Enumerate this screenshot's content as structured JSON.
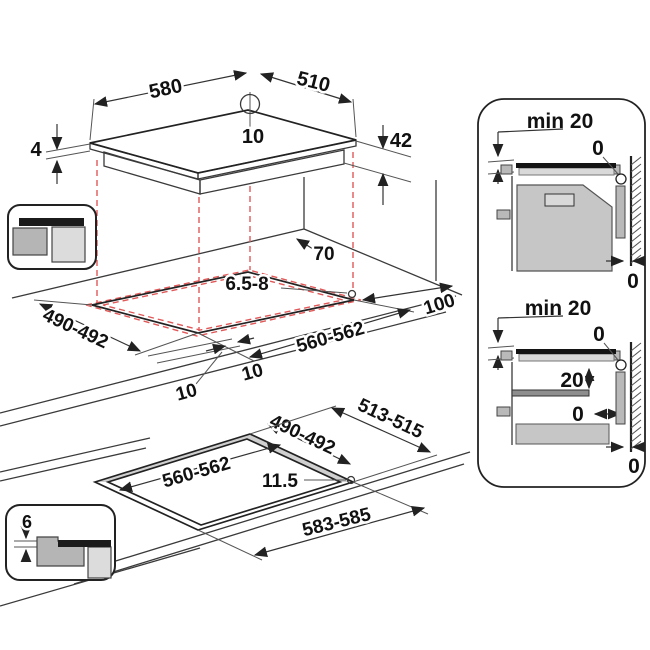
{
  "diagram_title": "hob-installation-dimensions",
  "colors": {
    "line": "#3a3a3a",
    "projection_red": "#e25858",
    "glass_black": "#141414",
    "gray_dark": "#8e8e8e",
    "gray_mid": "#b5b5b5",
    "gray_light": "#d9d9d9"
  },
  "top_view": {
    "width_label": "580",
    "depth_label": "510",
    "hole_label": "10",
    "glass_thickness_label": "4",
    "height_label": "42"
  },
  "middle_view": {
    "rear_distance_label": "70",
    "drill_hole_label": "6.5-8",
    "cutout_depth_label": "490-492",
    "cutout_width_label": "560-562",
    "side_overhang_label": "10",
    "front_overhang_label": "10",
    "wall_distance_label": "100"
  },
  "bottom_view": {
    "ledge_depth_label": "513-515",
    "inner_depth_label": "490-492",
    "inner_width_label": "560-562",
    "hole_label": "11.5",
    "ledge_width_label": "583-585"
  },
  "flush_badge": {
    "depth_label": "6"
  },
  "detail_panel": {
    "top_section": {
      "title": "min 20",
      "wall_gap_label": "0",
      "bottom_gap_label": "0"
    },
    "bottom_section": {
      "title": "min 20",
      "wall_gap_label": "0",
      "clearance_label": "20",
      "shelf_gap_label": "0",
      "bottom_gap_label": "0"
    }
  }
}
